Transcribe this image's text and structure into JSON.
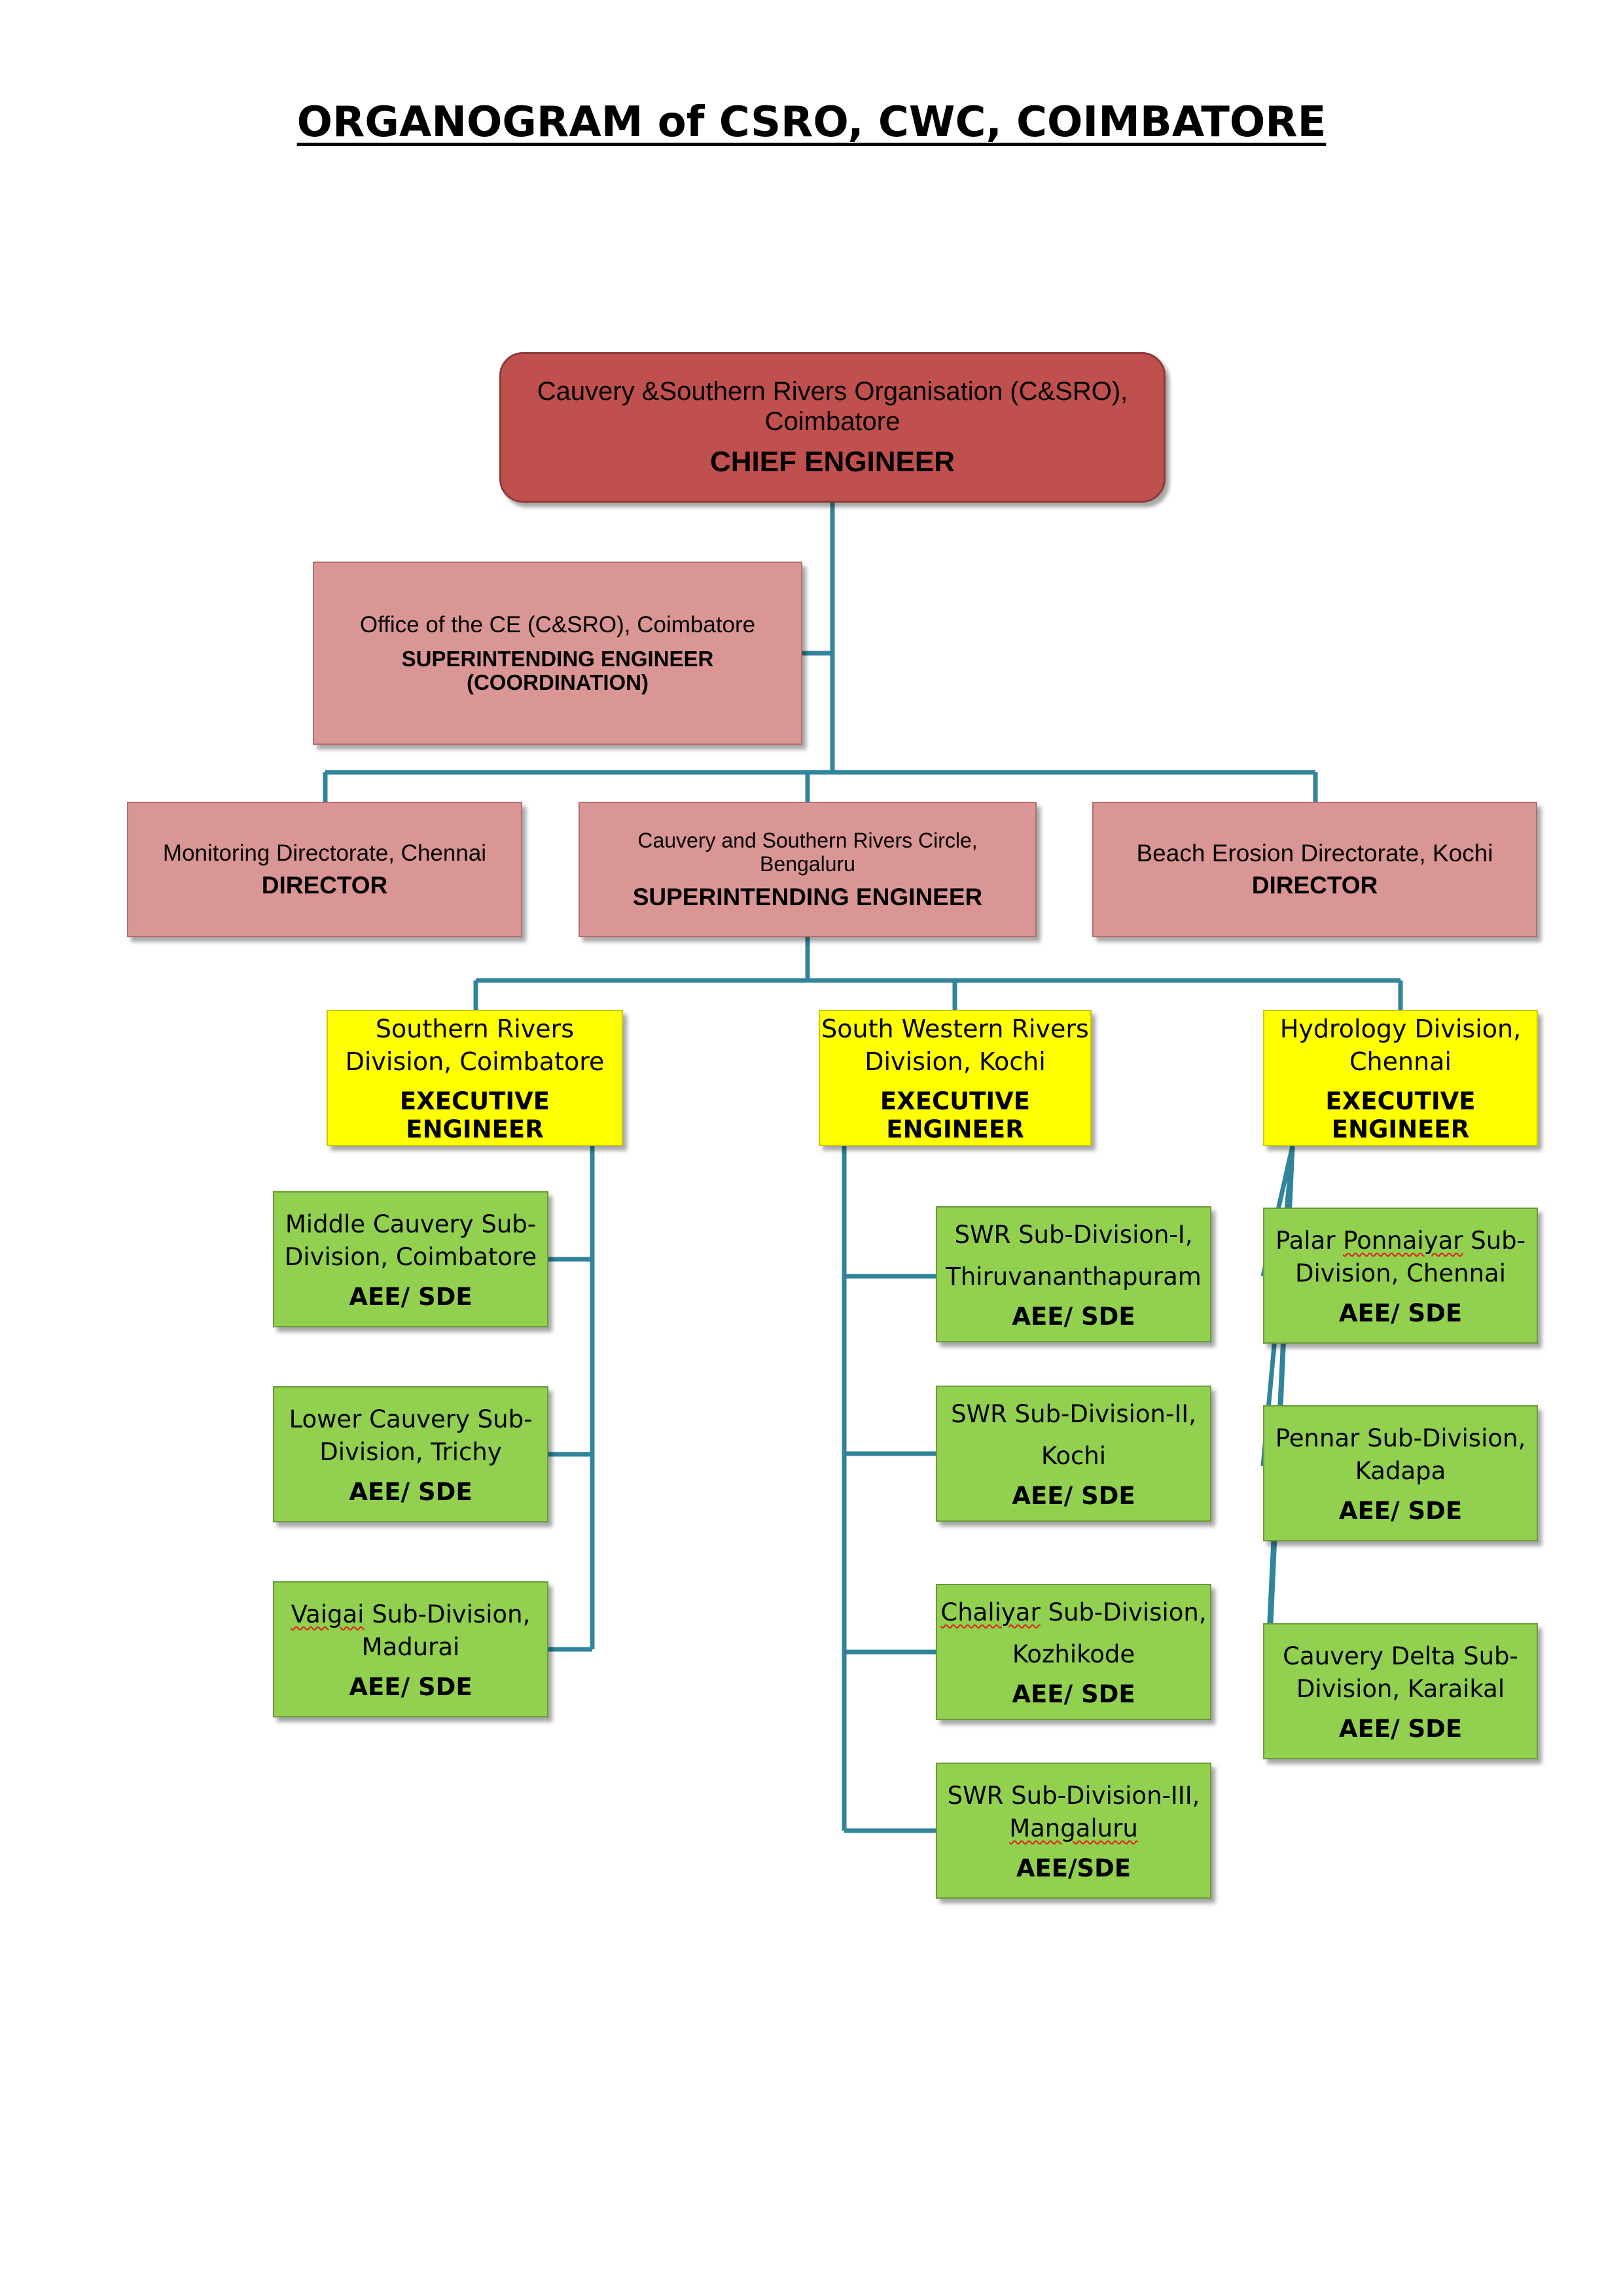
{
  "title": "ORGANOGRAM of CSRO, CWC, COIMBATORE",
  "colors": {
    "chief": "#c0504d",
    "office": "#da9694",
    "division": "#ffff00",
    "subdivision": "#92d050",
    "connector": "#31849b"
  },
  "chief": {
    "org_line1": "Cauvery &Southern Rivers Organisation (C&SRO),",
    "org_line2": "Coimbatore",
    "role": "CHIEF ENGINEER"
  },
  "coordination": {
    "org": "Office of  the CE (C&SRO), Coimbatore",
    "role_line1": "SUPERINTENDING ENGINEER",
    "role_line2": "(COORDINATION)"
  },
  "directorates": [
    {
      "org": "Monitoring Directorate, Chennai",
      "role": "DIRECTOR"
    },
    {
      "org_line1": "Cauvery  and  Southern  Rivers   Circle,",
      "org_line2": "Bengaluru",
      "role": "SUPERINTENDING ENGINEER"
    },
    {
      "org": "Beach Erosion Directorate, Kochi",
      "role": "DIRECTOR"
    }
  ],
  "divisions": [
    {
      "line1": "Southern Rivers",
      "line2": "Division, Coimbatore",
      "role": "EXECUTIVE ENGINEER"
    },
    {
      "line1": "South Western Rivers",
      "line2": "Division, Kochi",
      "role": "EXECUTIVE ENGINEER"
    },
    {
      "line1": "Hydrology Division,",
      "line2": "Chennai",
      "role": "EXECUTIVE ENGINEER"
    }
  ],
  "subdivisions_southern": [
    {
      "line1": "Middle Cauvery Sub-",
      "line2": "Division, Coimbatore",
      "role": "AEE/ SDE"
    },
    {
      "line1": "Lower Cauvery Sub-",
      "line2": "Division, Trichy",
      "role": "AEE/ SDE"
    },
    {
      "line1a": "Vaigai",
      "line1b": " Sub-Division,",
      "line2": "Madurai",
      "role": "AEE/ SDE"
    }
  ],
  "subdivisions_southwestern": [
    {
      "line1": "SWR Sub-Division-I,",
      "line2": "Thiruvananthapuram",
      "role": "AEE/ SDE"
    },
    {
      "line1": "SWR Sub-Division-II,",
      "line2": "Kochi",
      "role": "AEE/ SDE"
    },
    {
      "line1a": "Chaliyar",
      "line1b": " Sub-Division,",
      "line2": "Kozhikode",
      "role": "AEE/ SDE"
    },
    {
      "line1": "SWR Sub-Division-III,",
      "line2": "Mangaluru",
      "role": "AEE/SDE"
    }
  ],
  "subdivisions_hydrology": [
    {
      "line1a": "Palar ",
      "line1b": "Ponnaiyar",
      "line1c": " Sub-",
      "line2": "Division, Chennai",
      "role": "AEE/ SDE"
    },
    {
      "line1": "Pennar Sub-Division,",
      "line2": "Kadapa",
      "role": "AEE/ SDE"
    },
    {
      "line1": "Cauvery Delta Sub-",
      "line2": "Division, Karaikal",
      "role": "AEE/ SDE"
    }
  ]
}
